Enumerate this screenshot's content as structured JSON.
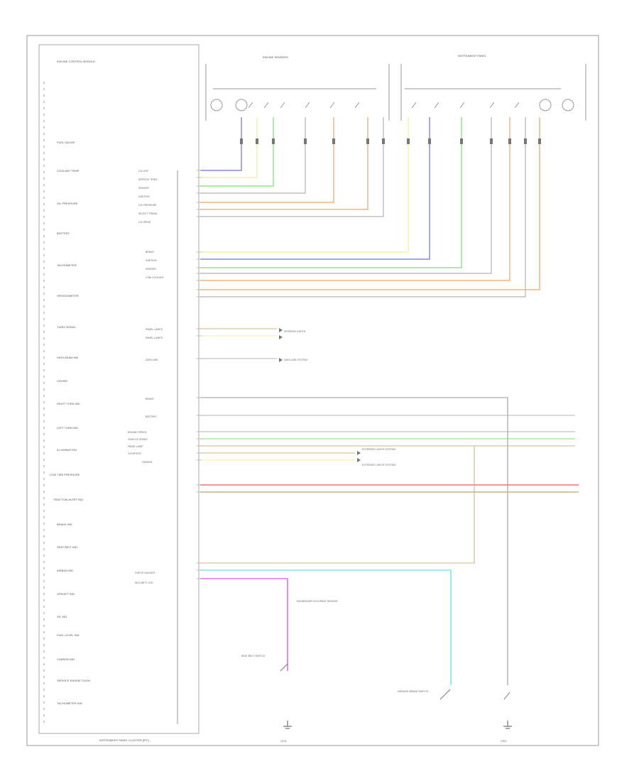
{
  "diagram": {
    "cluster_caption": "INSTRUMENT PANEL CLUSTER (IPC)",
    "page_code": "",
    "left_header": "ENGINE CONTROL MODULE",
    "left_header_sub": "",
    "sender_group_left": "ENGINE SENDERS",
    "sender_group_right": "INSTRUMENT PANEL",
    "gauges": [
      "FUEL GAUGE",
      "COOLANT TEMP",
      "OIL PRESSURE",
      "BATTERY",
      "TACHOMETER",
      "SPEEDOMETER"
    ],
    "indicators": [
      "TURN SIGNAL",
      "HIGH BEAM IND",
      "CRUISE",
      "RIGHT TURN IND",
      "LEFT TURN IND",
      "ILLUMINATION",
      "LOW TIRE PRESSURE",
      "TRACTION ALERT IND",
      "BRAKE IND",
      "SEAT BELT IND",
      "AIRBAG IND",
      "UPSHIFT IND",
      "OIL IND",
      "FUEL LEVEL IND",
      "CHARGE IND",
      "SERVICE ENGINE SOON",
      "TACHOMETER IND"
    ],
    "cluster_side_labels": [
      "OIL LIFE",
      "SERVICE TIRES",
      "SENSOR",
      "IGNITION",
      "OIL PRESSURE",
      "SELECT TRANS",
      "OIL DRIVE"
    ],
    "right_labels_upper": [
      "BRAKE",
      "IGNITION",
      "SENSOR",
      "LOW COOLANT"
    ],
    "mid_refs": [
      "PANEL LAMPS",
      "PANEL LAMPS",
      "DATA LINK",
      "BRAKE",
      "BATTERY",
      "ENGINE SPEED",
      "VEHICLE SPEED",
      "PANEL LAMP",
      "COURTESY",
      "HAZARD"
    ],
    "mid_dest": [
      "INTERIOR LIGHTS",
      "DATA LINK SYSTEM",
      "EXTERIOR LIGHTS SYSTEM",
      "EXTERIOR LIGHTS SYSTEM"
    ],
    "bottom_refs": [
      "CHECK GAUGES",
      "SECURITY LED"
    ],
    "bottom_devices": [
      "PASSENGER OCCUPANT SENSOR",
      "SEAT BELT SWITCH",
      "PARKING BRAKE SWITCH"
    ],
    "ground_refs": [
      "G101",
      "G301"
    ],
    "colors": {
      "yellow": "#f6ef8a",
      "blue": "#6b6ff0",
      "green": "#78e070",
      "orange": "#f4a35a",
      "gray": "#b5b5b5",
      "tan": "#cdb487",
      "pink": "#f07070",
      "cyan": "#7ee6ee",
      "magenta": "#e070e8"
    }
  }
}
